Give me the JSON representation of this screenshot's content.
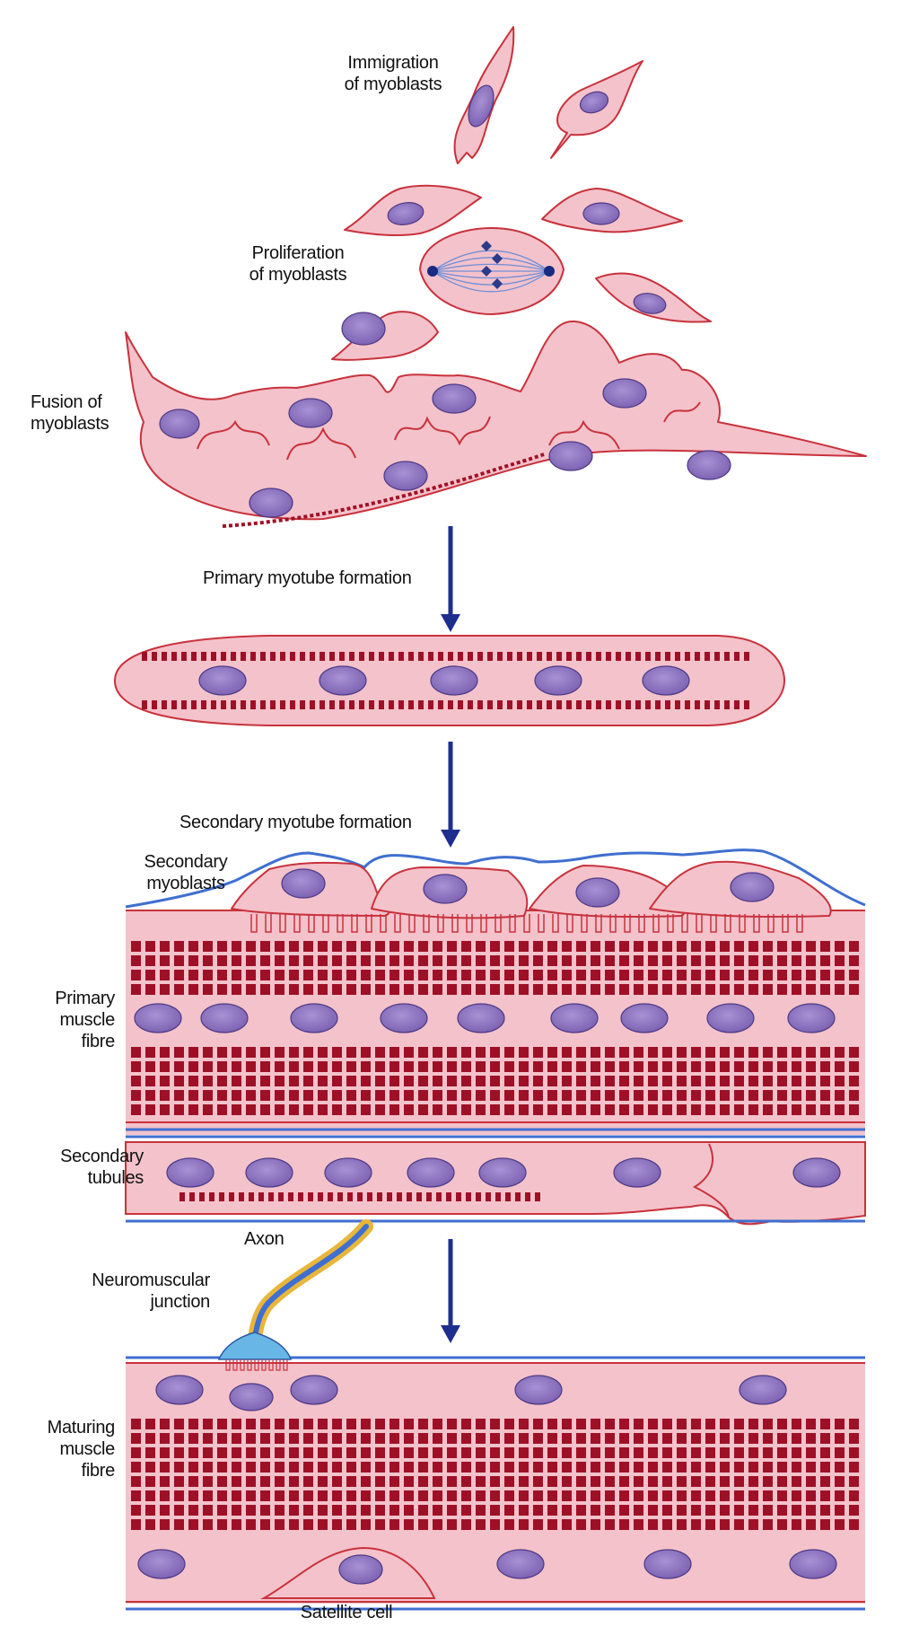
{
  "colors": {
    "cytoplasm": "#f4c2cb",
    "membrane": "#c8323c",
    "nucleus": "#7a5fb0",
    "nucleus_light": "#a892d4",
    "striation": "#9e1026",
    "basal_lamina": "#3f6fd0",
    "arrow": "#1d2e8f",
    "axon_outer": "#e8b63a",
    "axon_inner": "#3f6fd0",
    "nmj": "#68b6e6"
  },
  "labels": {
    "immigration": [
      "Immigration",
      "of myoblasts"
    ],
    "proliferation": [
      "Proliferation",
      "of myoblasts"
    ],
    "fusion": [
      "Fusion of",
      "myoblasts"
    ],
    "primary_formation": "Primary myotube formation",
    "secondary_formation": "Secondary myotube formation",
    "secondary_myoblasts": [
      "Secondary",
      "myoblasts"
    ],
    "primary_fibre": [
      "Primary",
      "muscle",
      "fibre"
    ],
    "secondary_tubules": [
      "Secondary",
      "tubules"
    ],
    "axon": "Axon",
    "nmj": [
      "Neuromuscular",
      "junction"
    ],
    "maturing": [
      "Maturing",
      "muscle",
      "fibre"
    ],
    "satellite": "Satellite cell"
  }
}
